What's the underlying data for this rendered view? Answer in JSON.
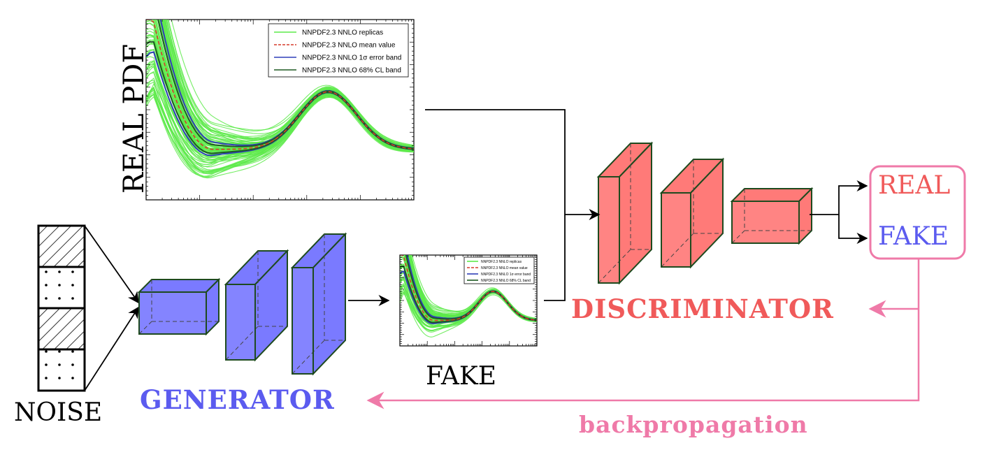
{
  "labels": {
    "real_pdf": "REAL PDF",
    "noise": "NOISE",
    "generator": "GENERATOR",
    "fake_sample": "FAKE",
    "discriminator": "DISCRIMINATOR",
    "output_real": "REAL",
    "output_fake": "FAKE",
    "backpropagation": "backpropagation"
  },
  "legend": [
    {
      "text": "NNPDF2.3 NNLO replicas",
      "color": "#5dea4a",
      "dashed": false
    },
    {
      "text": "NNPDF2.3 NNLO mean value",
      "color": "#d63a2a",
      "dashed": true
    },
    {
      "text": "NNPDF2.3 NNLO 1σ error band",
      "color": "#2f3fb8",
      "dashed": false
    },
    {
      "text": "NNPDF2.3 NNLO 68% CL band",
      "color": "#1e5a22",
      "dashed": false
    }
  ],
  "colors": {
    "generator_block": "#7a7aff",
    "discriminator_block": "#ff7a78",
    "block_edge": "#1e4a1e",
    "discriminator_text": "#f05a5a",
    "generator_text": "#5b5bef",
    "backprop": "#ef7aa8",
    "output_real_text": "#f05a5a",
    "output_fake_text": "#5b5bef"
  },
  "noise_cells": [
    "hatched",
    "dotted",
    "hatched",
    "dotted"
  ]
}
